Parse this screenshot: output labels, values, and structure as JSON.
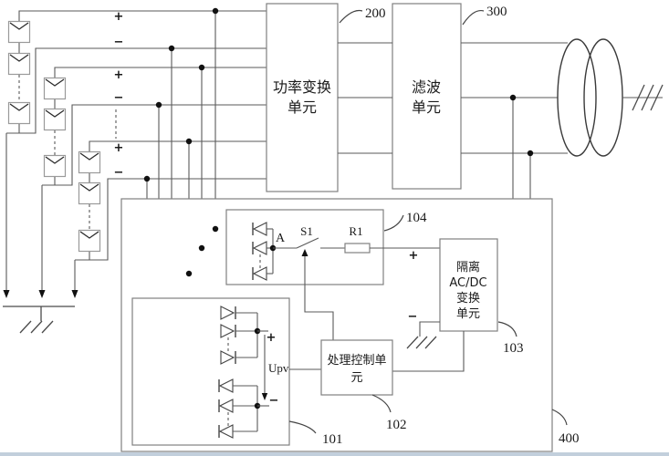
{
  "figure": {
    "refs": {
      "power": "200",
      "filter": "300",
      "outer": "400",
      "diode_network": "101",
      "controller": "102",
      "acdc": "103",
      "detector": "104"
    },
    "blocks": {
      "power": [
        "功率变换",
        "单元"
      ],
      "filter": [
        "滤波",
        "单元"
      ],
      "acdc": [
        "隔离",
        "AC/DC",
        "变换",
        "单元"
      ],
      "controller": [
        "处理控制单",
        "元"
      ]
    },
    "labels": {
      "plus": "+",
      "minus": "−",
      "node_a": "A",
      "switch_s1": "S1",
      "resistor_r1": "R1",
      "upv": "Upv"
    },
    "colors": {
      "wire": "#5a5a5a",
      "box_stroke": "#808080",
      "text": "#1a1a1a",
      "bottom_strip": "#c2cfdc"
    }
  }
}
